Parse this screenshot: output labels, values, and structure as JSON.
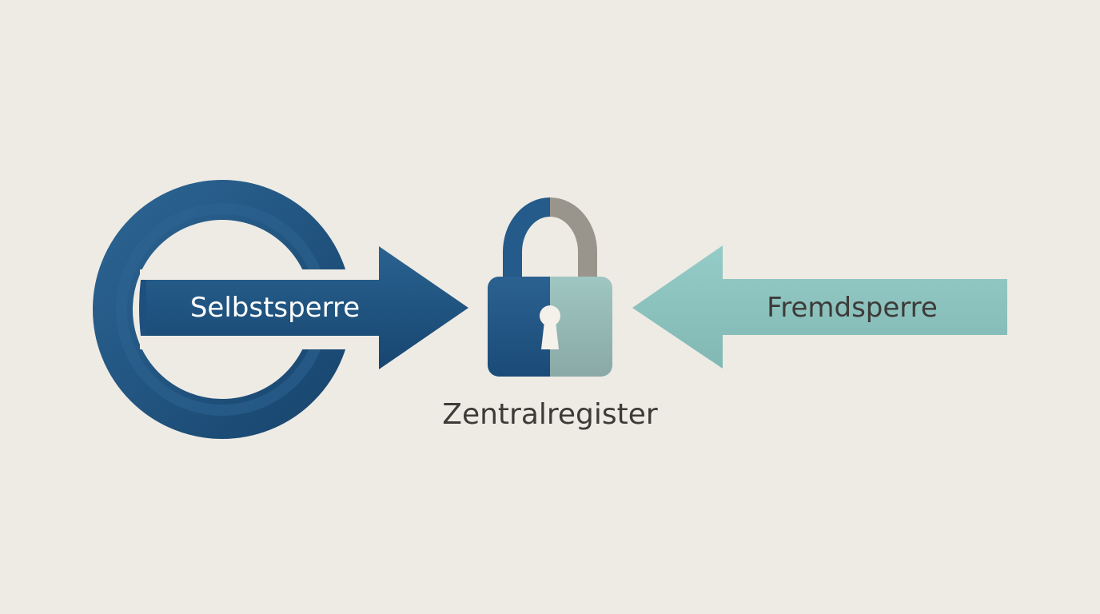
{
  "diagram": {
    "left_label": "Selbstsperre",
    "right_label": "Fremdsperre",
    "center_label": "Zentralregister"
  },
  "colors": {
    "background": "#eeebe4",
    "dark_blue": "#1e4f7f",
    "light_blue_highlight": "#2d6592",
    "teal": "#8ec7c3",
    "teal_dark": "#7eb4b1",
    "lock_shackle_grey": "#9a958c",
    "keyhole": "#f4f1ea",
    "text_light": "#ffffff",
    "text_dark": "#3d3b38"
  },
  "icons": {
    "left_arrow": "circular-arrow-icon",
    "right_arrow": "left-pointing-arrow-icon",
    "center": "padlock-icon"
  }
}
